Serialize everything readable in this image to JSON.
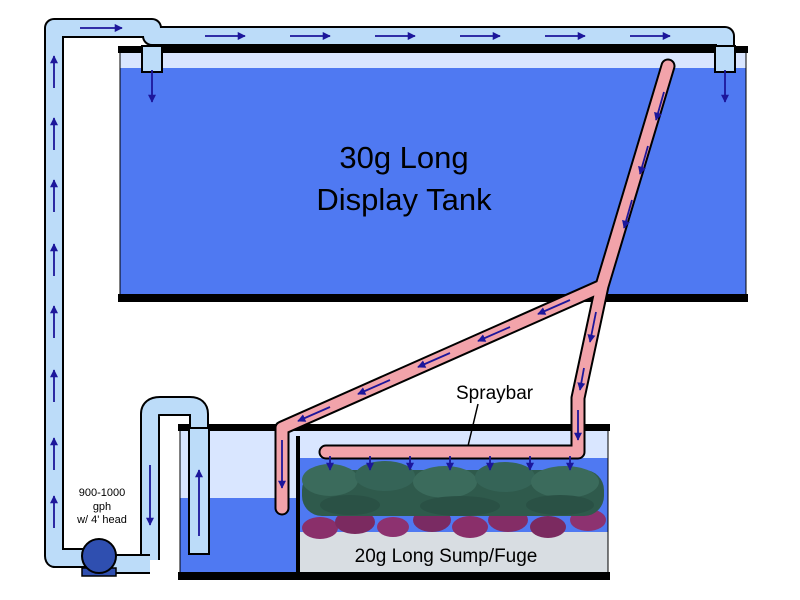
{
  "display_tank": {
    "title_line1": "30g Long",
    "title_line2": "Display Tank"
  },
  "sump": {
    "label": "20g Long  Sump/Fuge"
  },
  "spraybar": {
    "label": "Spraybar"
  },
  "pump": {
    "rate_line1": "900-1000",
    "rate_line2": "gph",
    "rate_line3": "w/ 4' head"
  },
  "colors": {
    "water": "#4f79f2",
    "water_light": "#cfe0ff",
    "return_pipe": "#bcdcf9",
    "drain_pipe": "#f2a3aa",
    "flow_arrow": "#1c169b",
    "pump": "#2f4fb0",
    "rock": "#8a2f6a",
    "macroalgae": "#2f5a4c",
    "sand": "#d8dde2",
    "outline": "#000000"
  },
  "icons": {
    "pump": "pump-icon",
    "arrow": "flow-arrow-icon"
  }
}
